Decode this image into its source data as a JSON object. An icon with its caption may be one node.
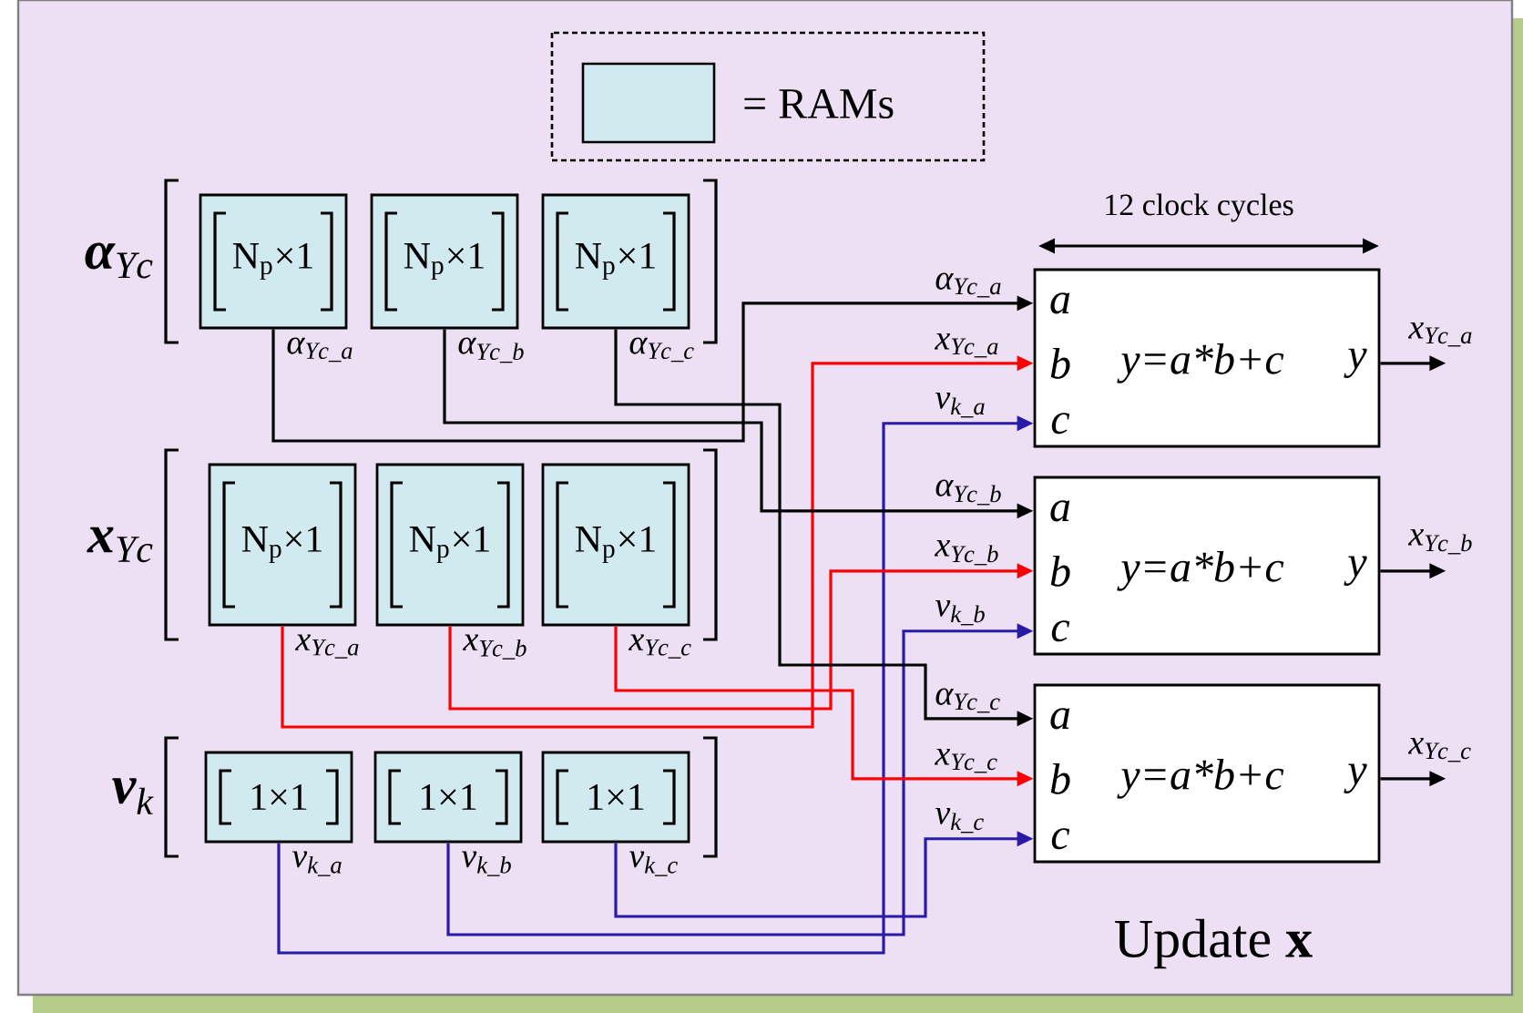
{
  "diagram": {
    "nodes": [
      {
        "text": [
          "N$_{p}$×1"
        ],
        "beside": [
          "α$_{Yc_a}$"
        ]
      },
      {
        "text": [
          "N$_{p}$×1"
        ],
        "beside": [
          "α$_{Yc_b}$"
        ]
      },
      {
        "text": [
          "N$_{p}$×1"
        ],
        "beside": [
          "α$_{Yc_c}$"
        ]
      },
      {
        "text": [
          "N$_{p}$×1"
        ],
        "beside": [
          "x$_{Yc_a}$"
        ]
      },
      {
        "text": [
          "N$_{p}$×1"
        ],
        "beside": [
          "x$_{Yc_b}$"
        ]
      },
      {
        "text": [
          "N$_{p}$×1"
        ],
        "beside": [
          "x$_{Yc_c}$"
        ]
      },
      {
        "text": [
          "1×1"
        ],
        "beside": [
          "v$_{k_a}$"
        ]
      },
      {
        "text": [
          "1×1"
        ],
        "beside": [
          "v$_{k_b}$"
        ]
      },
      {
        "text": [
          "1×1"
        ],
        "beside": [
          "v$_{k_c}$"
        ]
      },
      {
        "text": [
          "a",
          "b",
          "c",
          "y=a*b+c",
          "y"
        ]
      },
      {
        "text": [
          "a",
          "b",
          "c",
          "y=a*b+c",
          "y"
        ]
      },
      {
        "text": [
          "a",
          "b",
          "c",
          "y=a*b+c",
          "y"
        ]
      }
    ],
    "edges": [
      {
        "from": 0,
        "to": 9,
        "arrow": "to",
        "label": "α$_{Yc_a}$"
      },
      {
        "from": 3,
        "to": 9,
        "arrow": "to",
        "label": "x$_{Yc_a}$",
        "color": "#ff0000"
      },
      {
        "from": 6,
        "to": 9,
        "arrow": "to",
        "label": "v$_{k_a}$",
        "color": "#2a1aa8"
      },
      {
        "from": 1,
        "to": 10,
        "arrow": "to",
        "label": "α$_{Yc_b}$"
      },
      {
        "from": 4,
        "to": 10,
        "arrow": "to",
        "label": "x$_{Yc_b}$",
        "color": "#ff0000"
      },
      {
        "from": 7,
        "to": 10,
        "arrow": "to",
        "label": "v$_{k_b}$",
        "color": "#2a1aa8"
      },
      {
        "from": 2,
        "to": 11,
        "arrow": "to",
        "label": "α$_{Yc_c}$"
      },
      {
        "from": 5,
        "to": 11,
        "arrow": "to",
        "label": "x$_{Yc_c}$",
        "color": "#ff0000"
      },
      {
        "from": 8,
        "to": 11,
        "arrow": "to",
        "label": "v$_{k_c}$",
        "color": "#2a1aa8"
      },
      {
        "from": 9,
        "to": null,
        "arrow": "to",
        "label": "x$_{Yc_a}$"
      },
      {
        "from": 10,
        "to": null,
        "arrow": "to",
        "label": "x$_{Yc_b}$"
      },
      {
        "from": 11,
        "to": null,
        "arrow": "to",
        "label": "x$_{Yc_c}$"
      }
    ],
    "labels": [
      "**α**$_{Yc}$",
      "**x**$_{Yc}$",
      "**v**$_{k}$",
      "12 clock cycles",
      "Update **x**"
    ],
    "legend": [
      {
        "text": "= RAMs",
        "color": "#d0eaf0"
      }
    ]
  }
}
